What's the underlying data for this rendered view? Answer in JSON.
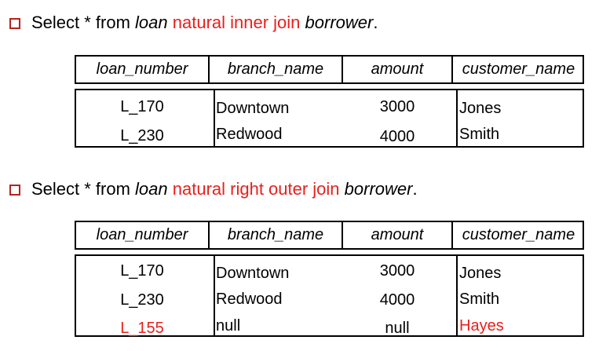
{
  "query1": {
    "prefix": "Select * from ",
    "loan": "loan",
    "op": " natural inner join ",
    "borrower": "borrower",
    "end": "."
  },
  "query2": {
    "prefix": "Select * from ",
    "loan": "loan",
    "op": " natural right outer join ",
    "borrower": "borrower",
    "end": "."
  },
  "headers": [
    "loan_number",
    "branch_name",
    "amount",
    "customer_name"
  ],
  "table1": [
    [
      "L_170",
      "Downtown",
      "3000",
      "Jones"
    ],
    [
      "L_230",
      "Redwood",
      "4000",
      "Smith"
    ]
  ],
  "table2": [
    [
      "L_170",
      "Downtown",
      "3000",
      "Jones"
    ],
    [
      "L_230",
      "Redwood",
      "4000",
      "Smith"
    ],
    [
      "L_155",
      "null",
      "null",
      "Hayes"
    ]
  ],
  "colors": {
    "accent": "#e8201c",
    "bullet": "#b5231f"
  }
}
